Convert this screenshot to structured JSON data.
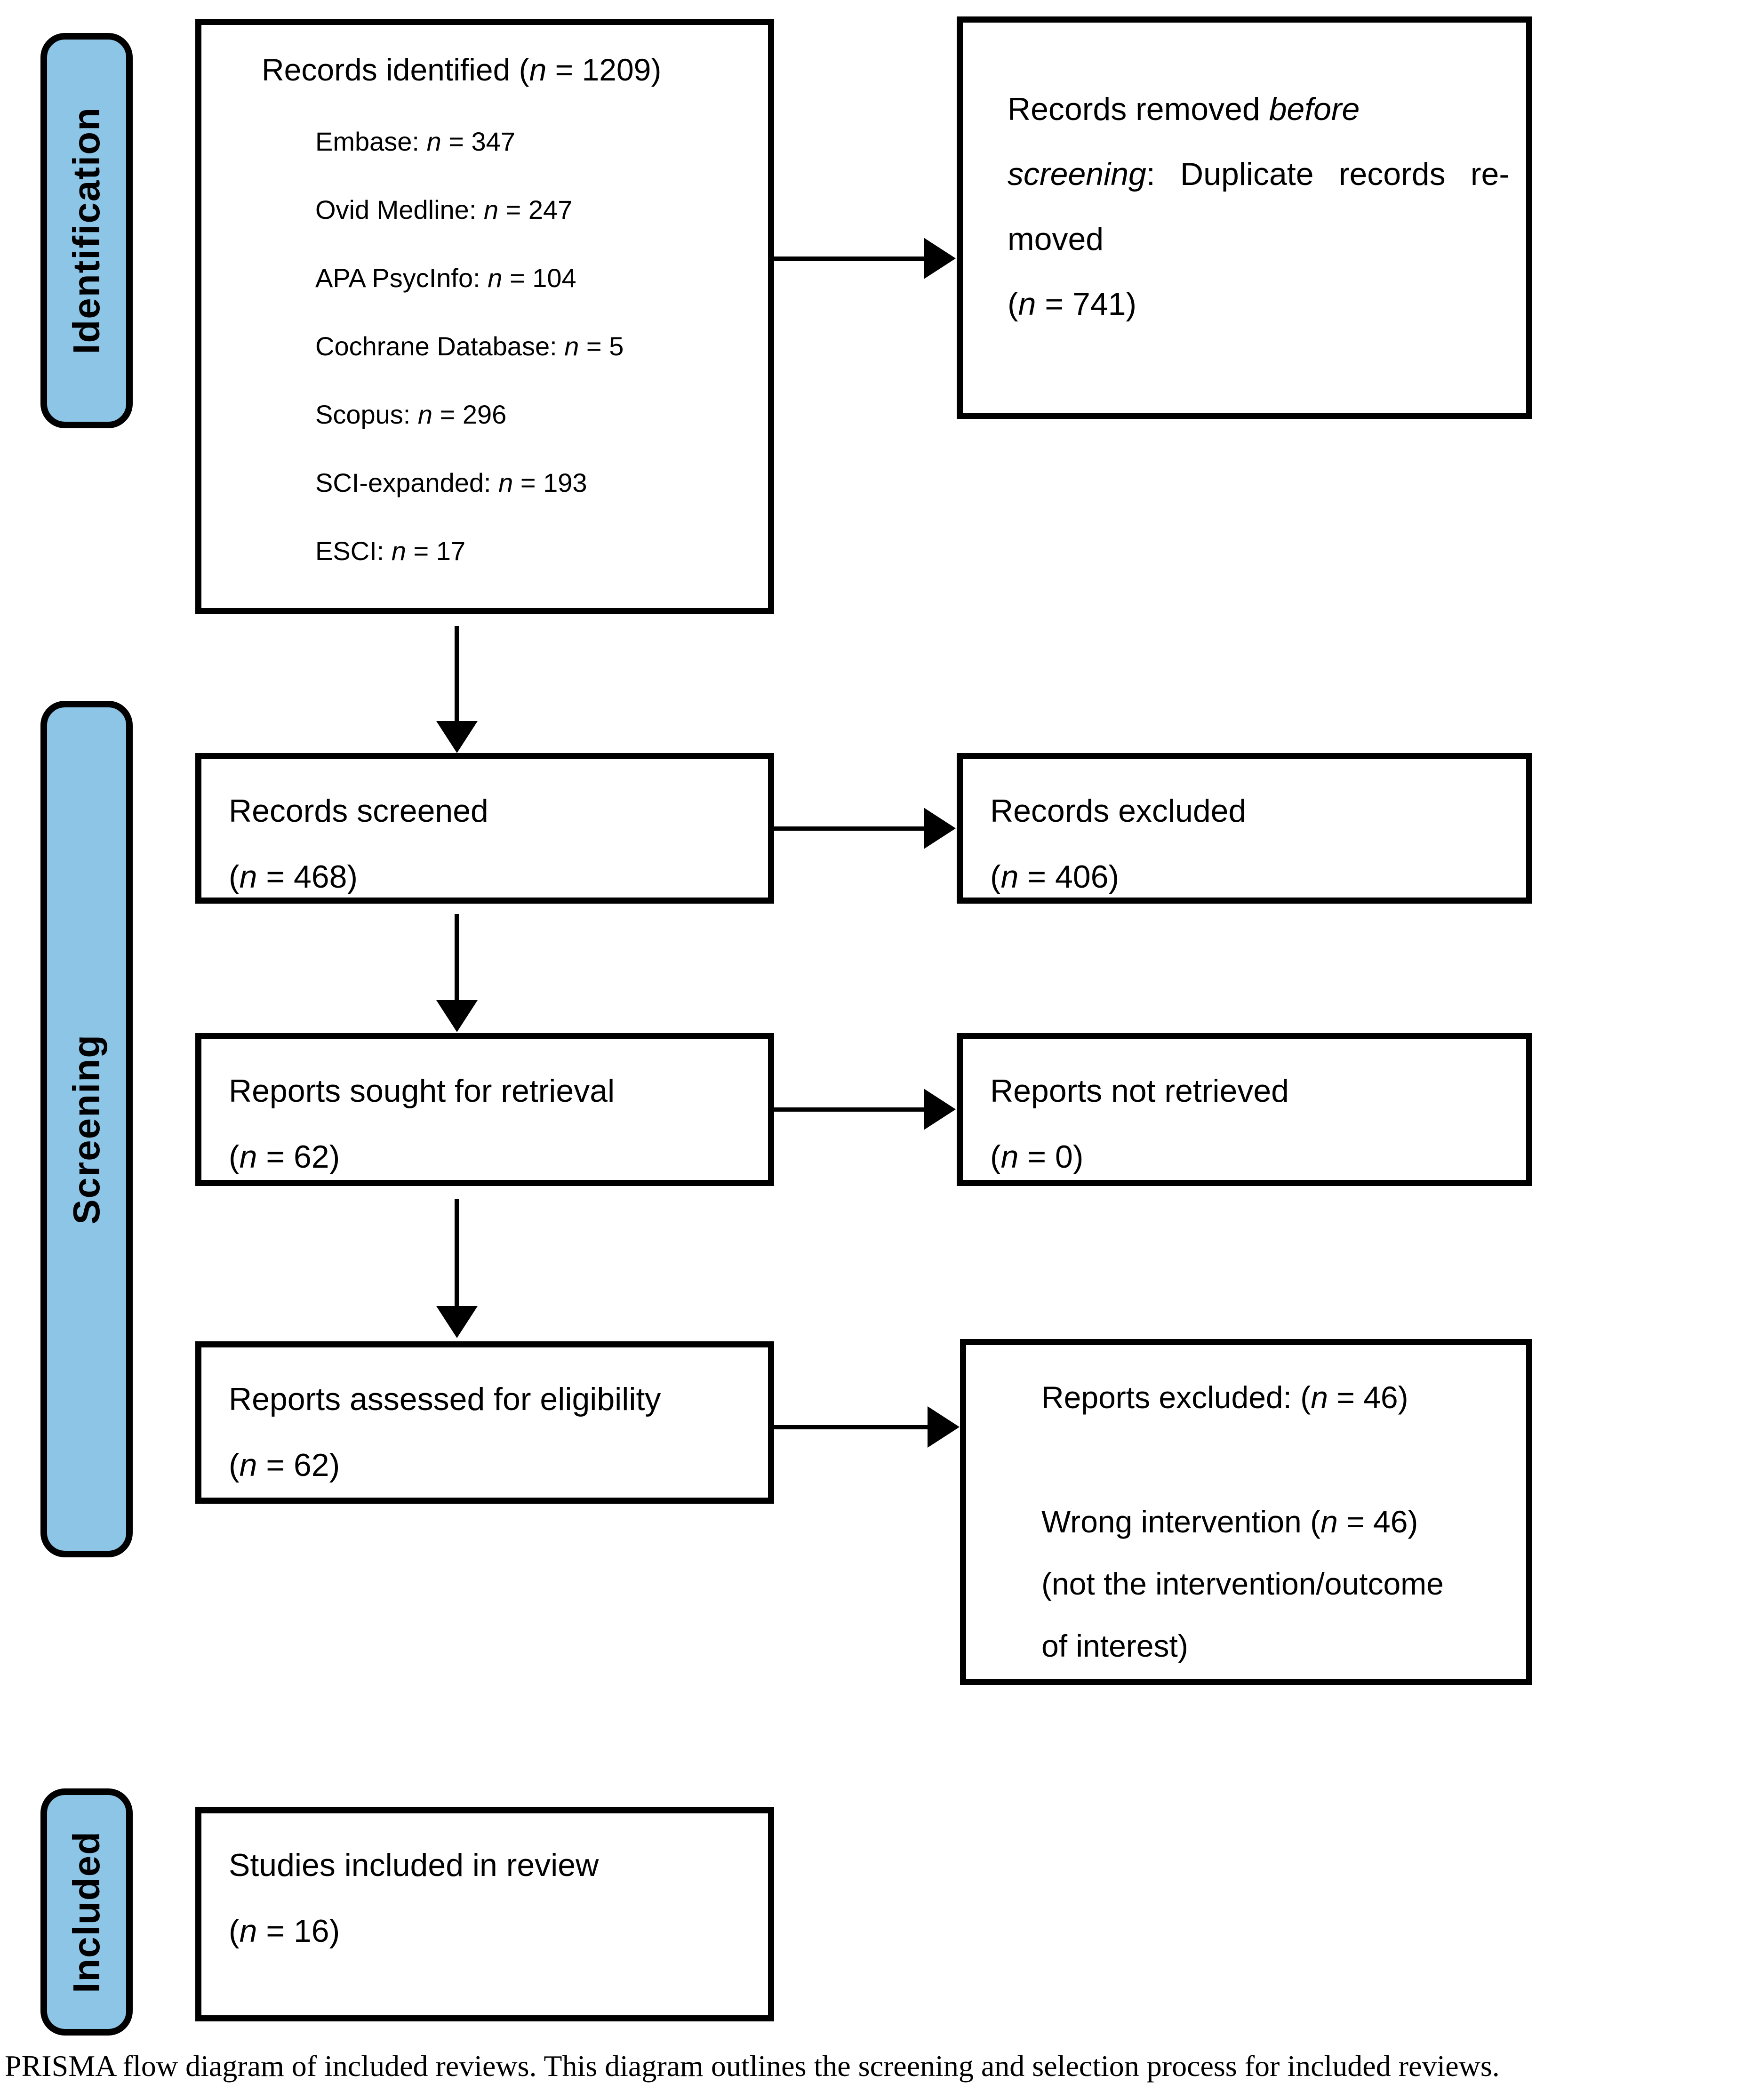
{
  "colors": {
    "stage_bar_fill": "#8dc5e7",
    "border": "#000000",
    "background": "#ffffff"
  },
  "sidebar": {
    "identification": "Identification",
    "screening": "Screening",
    "included": "Included"
  },
  "boxes": {
    "identified": {
      "title": {
        "pre": "Records identified (",
        "n": "n",
        "post": " = 1209)"
      },
      "items": [
        {
          "pre": "Embase: ",
          "n": "n",
          "post": " = 347"
        },
        {
          "pre": "Ovid Medline: ",
          "n": "n",
          "post": " = 247"
        },
        {
          "pre": "APA PsycInfo: ",
          "n": "n",
          "post": " = 104"
        },
        {
          "pre": "Cochrane Database: ",
          "n": "n",
          "post": " = 5"
        },
        {
          "pre": "Scopus: ",
          "n": "n",
          "post": " = 296"
        },
        {
          "pre": "SCI-expanded: ",
          "n": "n",
          "post": " = 193"
        },
        {
          "pre": "ESCI: ",
          "n": "n",
          "post": " = 17"
        }
      ]
    },
    "removed": {
      "line1_pre": "Records removed ",
      "line1_italic": "before",
      "line2_italic": "screening",
      "line2_post": ": Duplicate records re-",
      "line3": "moved",
      "line4": {
        "pre": "(",
        "n": "n",
        "post": " = 741)"
      }
    },
    "screened": {
      "line1": "Records screened",
      "line2": {
        "pre": "(",
        "n": "n",
        "post": " = 468)"
      }
    },
    "excluded": {
      "line1": "Records excluded",
      "line2": {
        "pre": "(",
        "n": "n",
        "post": " = 406)"
      }
    },
    "sought": {
      "line1": "Reports sought for retrieval",
      "line2": {
        "pre": "(",
        "n": "n",
        "post": " = 62)"
      }
    },
    "not_retrieved": {
      "line1": "Reports not retrieved",
      "line2": {
        "pre": "(",
        "n": "n",
        "post": " = 0)"
      }
    },
    "assessed": {
      "line1": "Reports assessed for eligibility",
      "line2": {
        "pre": "(",
        "n": "n",
        "post": " = 62)"
      }
    },
    "reports_excluded": {
      "line1": {
        "pre": "Reports excluded: (",
        "n": "n",
        "post": " = 46)"
      },
      "line2": {
        "pre": "Wrong intervention (",
        "n": "n",
        "post": " = 46)"
      },
      "line3": "(not the intervention/outcome",
      "line4": "of interest)"
    },
    "included_studies": {
      "line1": "Studies included in review",
      "line2": {
        "pre": "(",
        "n": "n",
        "post": " = 16)"
      }
    }
  },
  "caption": "PRISMA flow diagram of included reviews. This diagram outlines the screening and selection process for included reviews."
}
